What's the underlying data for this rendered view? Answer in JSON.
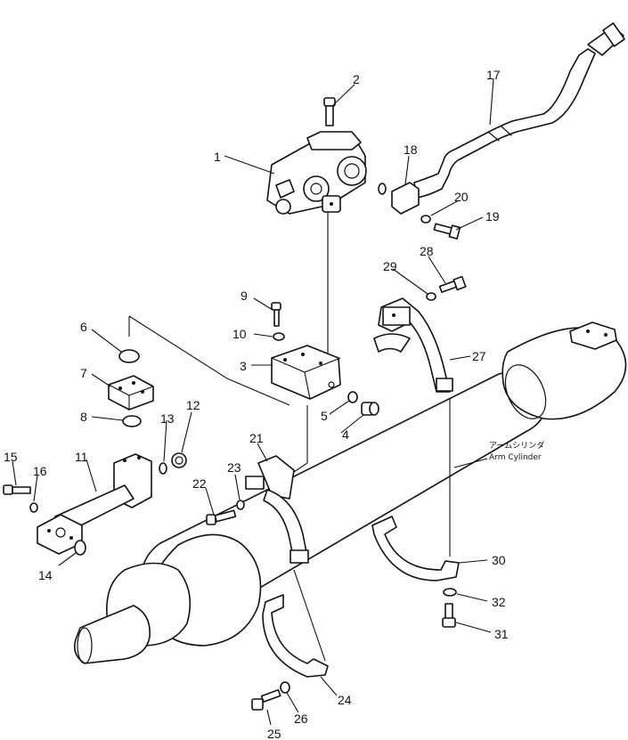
{
  "labels": {
    "l1": "1",
    "l2": "2",
    "l3": "3",
    "l4": "4",
    "l5": "5",
    "l6": "6",
    "l7": "7",
    "l8": "8",
    "l9": "9",
    "l10": "10",
    "l11": "11",
    "l12": "12",
    "l13": "13",
    "l14": "14",
    "l15": "15",
    "l16": "16",
    "l17": "17",
    "l18": "18",
    "l19": "19",
    "l20": "20",
    "l21": "21",
    "l22": "22",
    "l23": "23",
    "l24": "24",
    "l25": "25",
    "l26": "26",
    "l27": "27",
    "l28": "28",
    "l29": "29",
    "l30": "30",
    "l31": "31",
    "l32": "32"
  },
  "annotation": {
    "jp": "アームシリンダ",
    "en": "Arm Cylinder"
  }
}
